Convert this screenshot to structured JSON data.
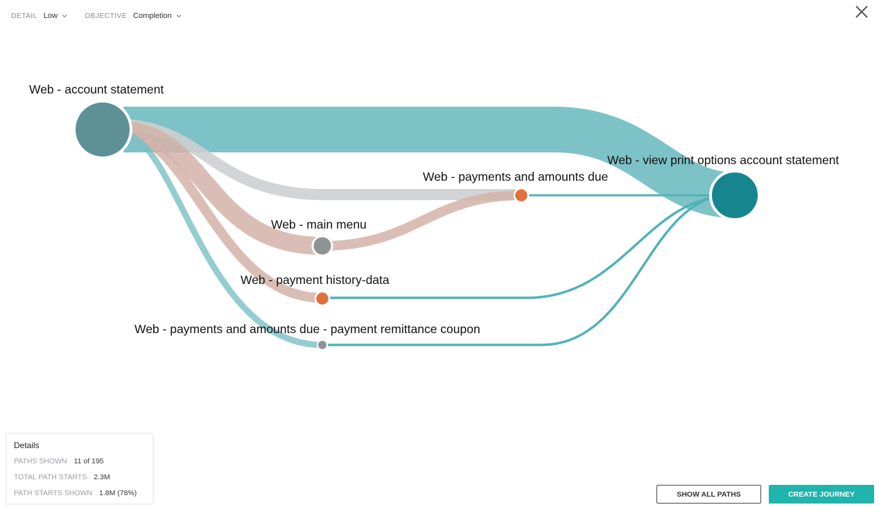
{
  "filters": [
    {
      "label": "DETAIL",
      "value": "Low"
    },
    {
      "label": "OBJECTIVE",
      "value": "Completion"
    }
  ],
  "nodes": {
    "start": {
      "label": "Web - account statement"
    },
    "payments_due": {
      "label": "Web - payments and amounts due"
    },
    "main_menu": {
      "label": "Web - main menu"
    },
    "payment_history": {
      "label": "Web - payment history-data"
    },
    "remittance": {
      "label": "Web - payments and amounts due - payment remittance coupon"
    },
    "end": {
      "label": "Web - view print options account statement"
    }
  },
  "details": {
    "title": "Details",
    "rows": [
      {
        "key": "PATHS SHOWN",
        "value": "11 of 195"
      },
      {
        "key": "TOTAL PATH STARTS",
        "value": "2.3M"
      },
      {
        "key": "PATH STARTS SHOWN",
        "value": "1.8M (78%)"
      }
    ]
  },
  "buttons": {
    "show_all": "SHOW ALL PATHS",
    "create_journey": "CREATE JOURNEY"
  },
  "colors": {
    "teal": "#79c0c4",
    "teal_dark": "#16858e",
    "start_node": "#5d9196",
    "rose": "#d3b3a8",
    "grey": "#cdcfd0",
    "orange": "#e0703c",
    "grey_node": "#8f9394",
    "accent_button": "#1fb5ad"
  }
}
